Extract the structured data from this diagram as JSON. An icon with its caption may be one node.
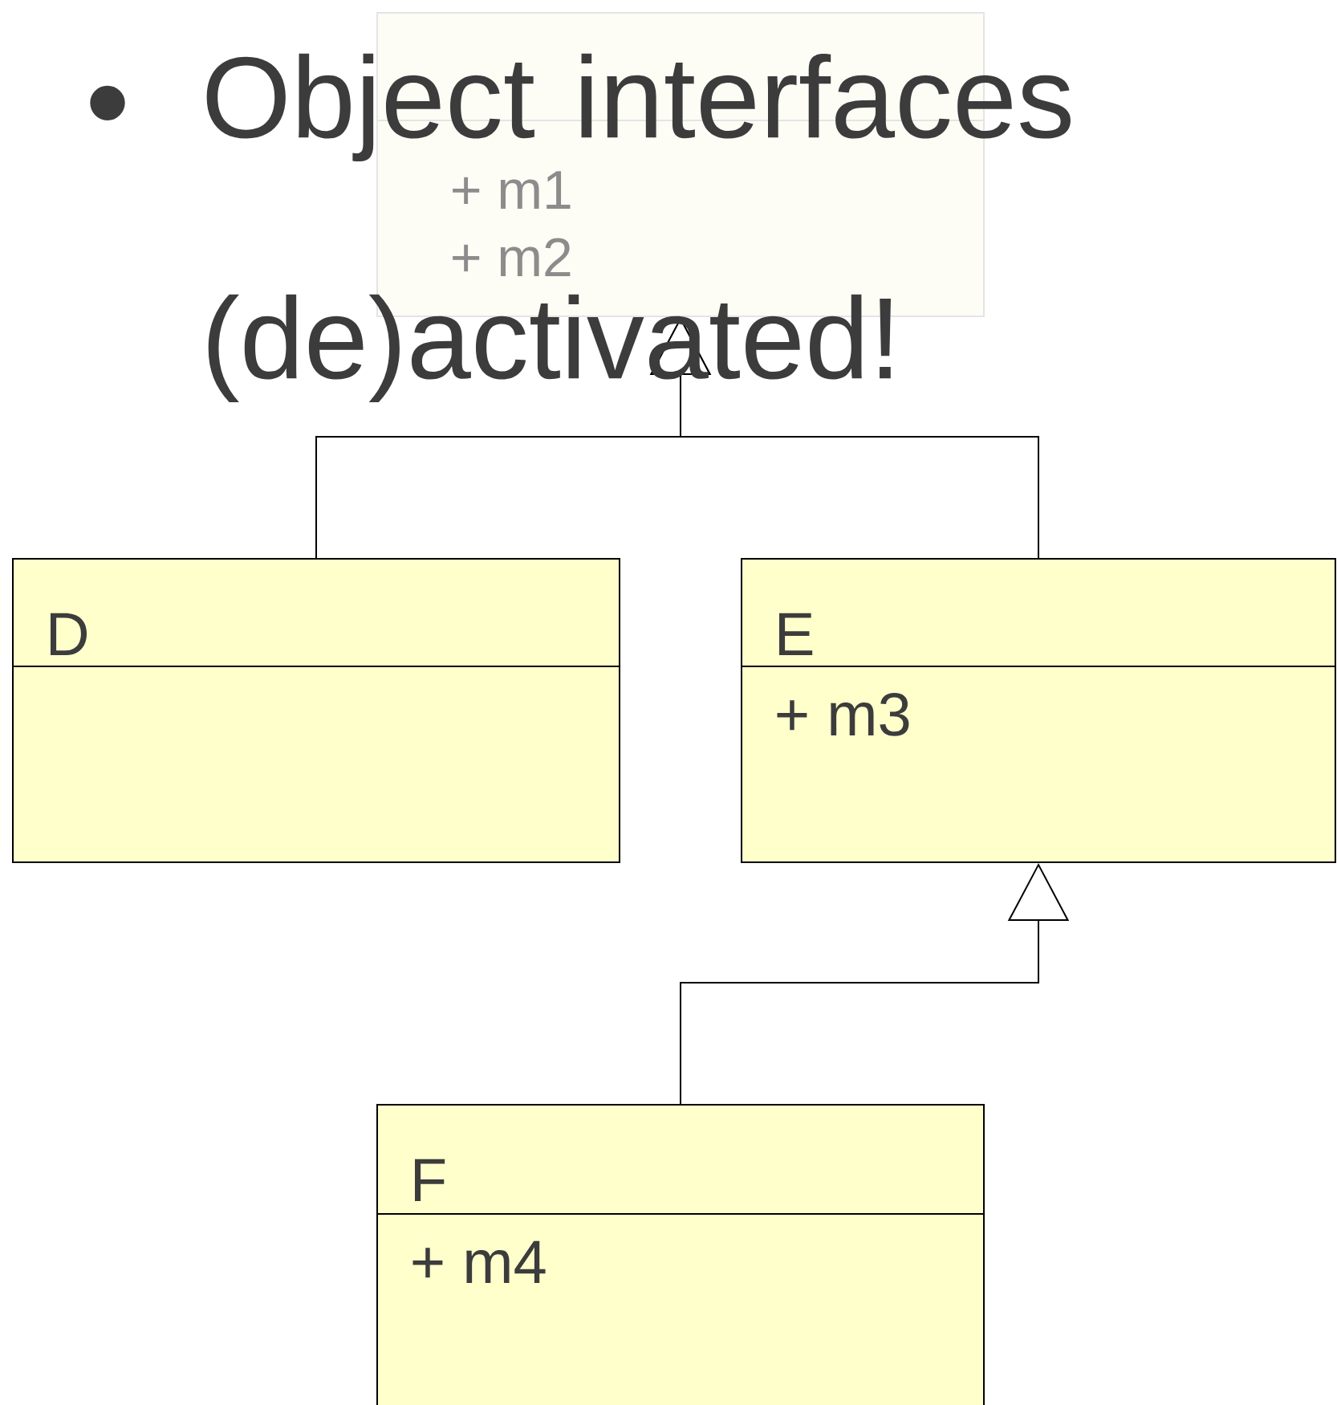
{
  "diagram": {
    "title": "Object interfaces (de)activated!",
    "nodes": [
      {
        "text": [
          "+ m1",
          "+ m2"
        ]
      },
      {
        "text": [
          "D"
        ]
      },
      {
        "text": [
          "E",
          "+ m3"
        ]
      },
      {
        "text": [
          "F",
          "+ m4"
        ]
      }
    ],
    "edges": [
      {
        "from": 1,
        "to": 0,
        "arrow": "to"
      },
      {
        "from": 2,
        "to": 0,
        "arrow": "to"
      },
      {
        "from": 3,
        "to": 2,
        "arrow": "to"
      }
    ],
    "labels": [
      "•"
    ]
  }
}
